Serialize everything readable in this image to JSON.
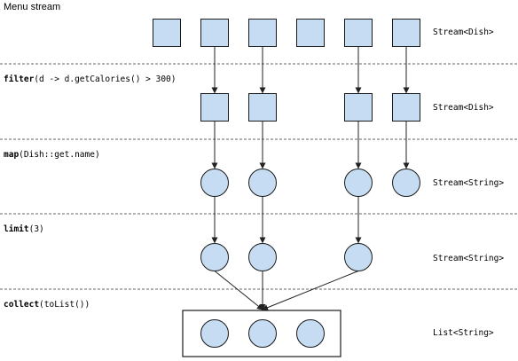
{
  "title": "Menu stream",
  "stages": [
    {
      "id": "source",
      "op_keyword": "",
      "op_args": "",
      "type": "Stream<Dish>",
      "shape": "square",
      "items": [
        1,
        1,
        1,
        1,
        1,
        1
      ]
    },
    {
      "id": "filter",
      "op_keyword": "filter",
      "op_args": "(d -> d.getCalories() > 300)",
      "type": "Stream<Dish>",
      "shape": "square",
      "items": [
        0,
        1,
        1,
        0,
        1,
        1
      ]
    },
    {
      "id": "map",
      "op_keyword": "map",
      "op_args": "(Dish::get.name)",
      "type": "Stream<String>",
      "shape": "circle",
      "items": [
        0,
        1,
        1,
        0,
        1,
        1
      ]
    },
    {
      "id": "limit",
      "op_keyword": "limit",
      "op_args": "(3)",
      "type": "Stream<String>",
      "shape": "circle",
      "items": [
        0,
        1,
        1,
        0,
        1,
        0
      ]
    },
    {
      "id": "collect",
      "op_keyword": "collect",
      "op_args": "(toList())",
      "type": "List<String>",
      "shape": "circle",
      "items": [
        1,
        1,
        1
      ]
    }
  ],
  "colors": {
    "fill": "#c6dcf2",
    "stroke": "#1a1a1a",
    "divider": "#666666",
    "arrow": "#222222"
  }
}
